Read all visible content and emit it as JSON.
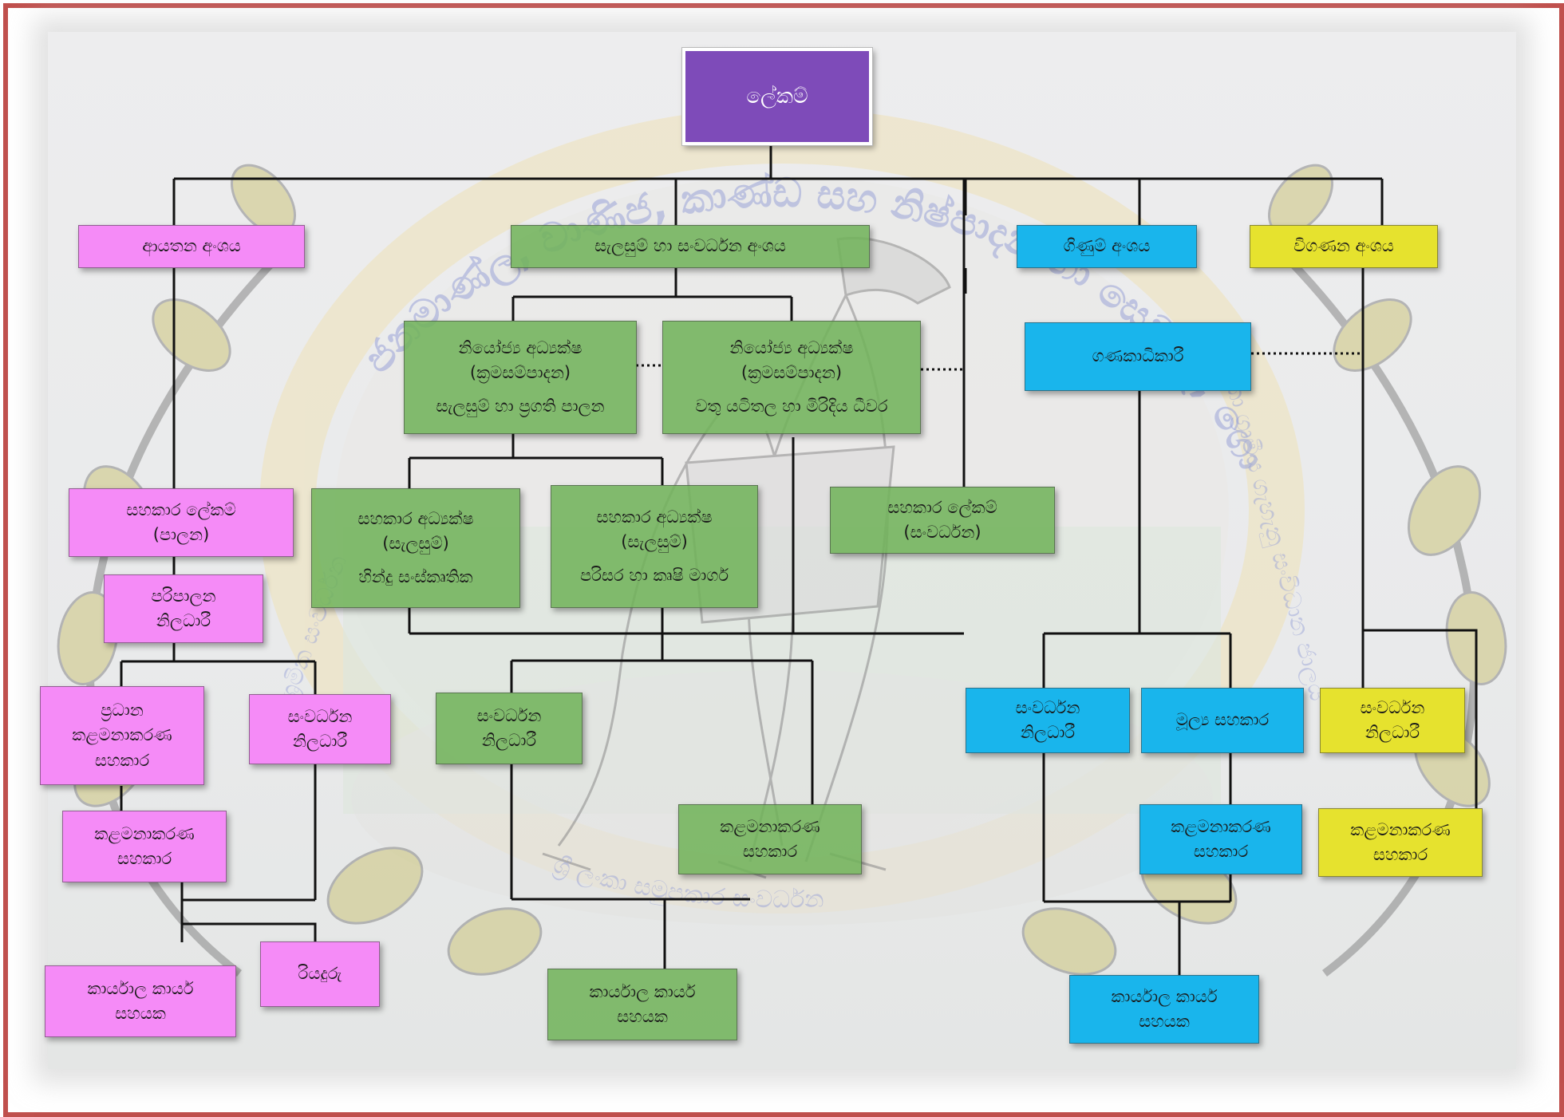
{
  "colors": {
    "frame": "#c0504d",
    "purple": "#7e4bb9",
    "pink": "#f58bf7",
    "green": "#70b258",
    "blue": "#19b5ec",
    "yellow": "#e6e22e",
    "line": "#111111"
  },
  "background": {
    "emblem_text_main": "ජනමාණ්ල, වාණිජ, කාණ්ඩ සහ නිෂ්පාදන හා සෙවන්ද, ගොවි",
    "emblem_text_bottom": "ශ්‍රී ලංකා සමුපකාර සංවර්ධන",
    "emblem_text_left": "ජලය, ශ්‍රමික සංවර්ධන",
    "emblem_text_right": "ශ්‍රී ලංකා ග්‍රාමීය ගැහැනු සංවිධාන ජාලය"
  },
  "nodes": {
    "secretary": "ලේකම්",
    "div_admin": "ආයතන අංශය",
    "div_planning": "සැලසුම් හා සංවර්ධන අංශය",
    "div_accounts": "ගිණුම් අංශය",
    "div_audit": "විගණන අංශය",
    "dd1": {
      "line1": "නියෝජ්‍ය අධ්‍යක්ෂ",
      "line2": "(ක්‍රමසම්පාදන)",
      "line3": "සැලසුම් හා ප්‍රගති පාලන"
    },
    "dd2": {
      "line1": "නියෝජ්‍ය අධ්‍යක්ෂ",
      "line2": "(ක්‍රමසම්පාදන)",
      "line3": "වතු යටිතල හා මිරිදිය ධීවර"
    },
    "chief_accountant": "ගණකාධිකාරී",
    "as_admin": {
      "line1": "සහකාර ලේකම්",
      "line2": "(පාලන)"
    },
    "ad1": {
      "line1": "සහකාර අධ්‍යක්ෂ",
      "line2": "(සැලසුම්)",
      "line3": "හින්දු සංස්කෘතික"
    },
    "ad2": {
      "line1": "සහකාර අධ්‍යක්ෂ",
      "line2": "(සැලසුම්)",
      "line3": "පරිසර හා කෘෂි මාර්ග"
    },
    "as_dev": {
      "line1": "සහකාර ලේකම්",
      "line2": "(සංවර්ධන)"
    },
    "admin_officer": {
      "line1": "පරිපාලන",
      "line2": "නිලධාරී"
    },
    "chief_mgmt_asst": {
      "line1": "ප්‍රධාන",
      "line2": "කළමනාකරණ",
      "line3": "සහකාර"
    },
    "dev_officer_pink": {
      "line1": "සංවර්ධන",
      "line2": "නිලධාරී"
    },
    "dev_officer_green": {
      "line1": "සංවර්ධන",
      "line2": "නිලධාරී"
    },
    "dev_officer_blue": {
      "line1": "සංවර්ධන",
      "line2": "නිලධාරී"
    },
    "finance_asst": "මූල්‍ය සහකාර",
    "dev_officer_yellow": {
      "line1": "සංවර්ධන",
      "line2": "නිලධාරී"
    },
    "mgmt_asst_pink": {
      "line1": "කළමනාකරණ",
      "line2": "සහකාර"
    },
    "mgmt_asst_green": {
      "line1": "කළමනාකරණ",
      "line2": "සහකාර"
    },
    "mgmt_asst_blue": {
      "line1": "කළමනාකරණ",
      "line2": "සහකාර"
    },
    "mgmt_asst_yellow": {
      "line1": "කළමනාකරණ",
      "line2": "සහකාර"
    },
    "office_asst_pink": {
      "line1": "කාර්යාල කාර්ය",
      "line2": "සහයක"
    },
    "driver": "රියදුරු",
    "office_asst_green": {
      "line1": "කාර්යාල කාර්ය",
      "line2": "සහයක"
    },
    "office_asst_blue": {
      "line1": "කාර්යාල කාර්ය",
      "line2": "සහයක"
    }
  }
}
